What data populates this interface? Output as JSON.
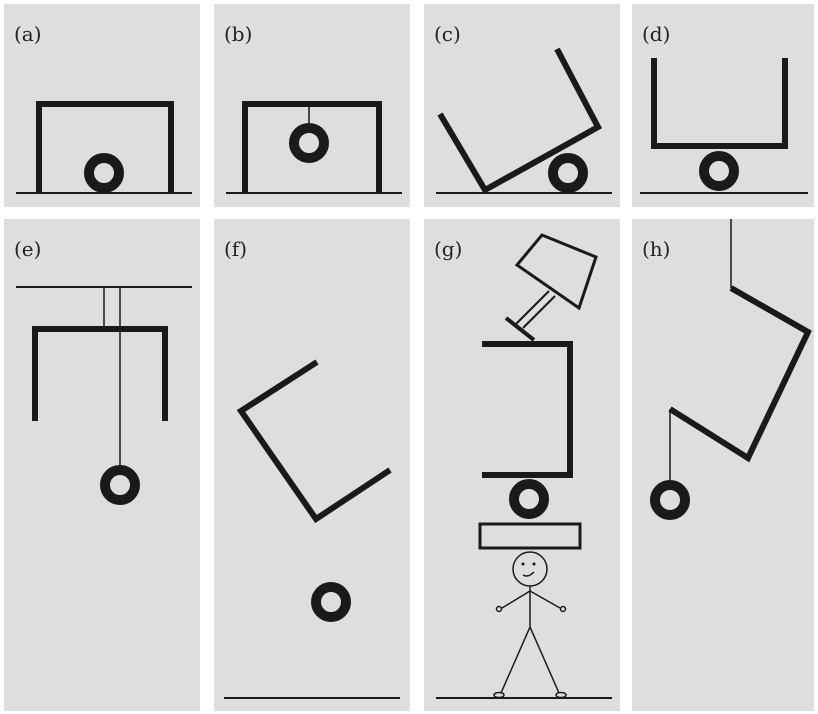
{
  "figure": {
    "panels": [
      {
        "id": "a",
        "label": "(a)"
      },
      {
        "id": "b",
        "label": "(b)"
      },
      {
        "id": "c",
        "label": "(c)"
      },
      {
        "id": "d",
        "label": "(d)"
      },
      {
        "id": "e",
        "label": "(e)"
      },
      {
        "id": "f",
        "label": "(f)"
      },
      {
        "id": "g",
        "label": "(g)"
      },
      {
        "id": "h",
        "label": "(h)"
      }
    ]
  },
  "colors": {
    "panel_background": "#dedede",
    "ink": "#1a1a1a"
  }
}
